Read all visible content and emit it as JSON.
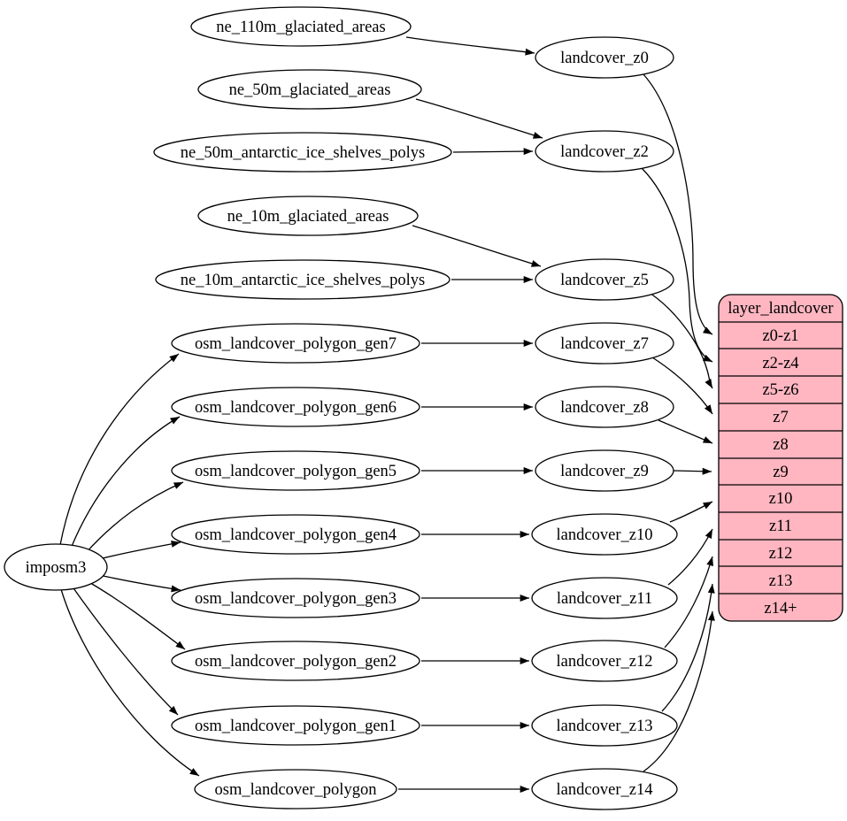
{
  "colors": {
    "background": "#ffffff",
    "node_fill": "#ffffff",
    "node_stroke": "#000000",
    "edge": "#000000",
    "table_fill": "#ffb6c1",
    "text": "#000000"
  },
  "nodes": {
    "imposm3": "imposm3",
    "ne_110m_glaciated_areas": "ne_110m_glaciated_areas",
    "ne_50m_glaciated_areas": "ne_50m_glaciated_areas",
    "ne_50m_antarctic_ice_shelves_polys": "ne_50m_antarctic_ice_shelves_polys",
    "ne_10m_glaciated_areas": "ne_10m_glaciated_areas",
    "ne_10m_antarctic_ice_shelves_polys": "ne_10m_antarctic_ice_shelves_polys",
    "osm_landcover_polygon_gen7": "osm_landcover_polygon_gen7",
    "osm_landcover_polygon_gen6": "osm_landcover_polygon_gen6",
    "osm_landcover_polygon_gen5": "osm_landcover_polygon_gen5",
    "osm_landcover_polygon_gen4": "osm_landcover_polygon_gen4",
    "osm_landcover_polygon_gen3": "osm_landcover_polygon_gen3",
    "osm_landcover_polygon_gen2": "osm_landcover_polygon_gen2",
    "osm_landcover_polygon_gen1": "osm_landcover_polygon_gen1",
    "osm_landcover_polygon": "osm_landcover_polygon",
    "landcover_z0": "landcover_z0",
    "landcover_z2": "landcover_z2",
    "landcover_z5": "landcover_z5",
    "landcover_z7": "landcover_z7",
    "landcover_z8": "landcover_z8",
    "landcover_z9": "landcover_z9",
    "landcover_z10": "landcover_z10",
    "landcover_z11": "landcover_z11",
    "landcover_z12": "landcover_z12",
    "landcover_z13": "landcover_z13",
    "landcover_z14": "landcover_z14"
  },
  "table": {
    "title": "layer_landcover",
    "rows": [
      "z0-z1",
      "z2-z4",
      "z5-z6",
      "z7",
      "z8",
      "z9",
      "z10",
      "z11",
      "z12",
      "z13",
      "z14+"
    ]
  },
  "edges": [
    {
      "from": "ne_110m_glaciated_areas",
      "to": "landcover_z0"
    },
    {
      "from": "ne_50m_glaciated_areas",
      "to": "landcover_z2"
    },
    {
      "from": "ne_50m_antarctic_ice_shelves_polys",
      "to": "landcover_z2"
    },
    {
      "from": "ne_10m_glaciated_areas",
      "to": "landcover_z5"
    },
    {
      "from": "ne_10m_antarctic_ice_shelves_polys",
      "to": "landcover_z5"
    },
    {
      "from": "imposm3",
      "to": "osm_landcover_polygon_gen7"
    },
    {
      "from": "imposm3",
      "to": "osm_landcover_polygon_gen6"
    },
    {
      "from": "imposm3",
      "to": "osm_landcover_polygon_gen5"
    },
    {
      "from": "imposm3",
      "to": "osm_landcover_polygon_gen4"
    },
    {
      "from": "imposm3",
      "to": "osm_landcover_polygon_gen3"
    },
    {
      "from": "imposm3",
      "to": "osm_landcover_polygon_gen2"
    },
    {
      "from": "imposm3",
      "to": "osm_landcover_polygon_gen1"
    },
    {
      "from": "imposm3",
      "to": "osm_landcover_polygon"
    },
    {
      "from": "osm_landcover_polygon_gen7",
      "to": "landcover_z7"
    },
    {
      "from": "osm_landcover_polygon_gen6",
      "to": "landcover_z8"
    },
    {
      "from": "osm_landcover_polygon_gen5",
      "to": "landcover_z9"
    },
    {
      "from": "osm_landcover_polygon_gen4",
      "to": "landcover_z10"
    },
    {
      "from": "osm_landcover_polygon_gen3",
      "to": "landcover_z11"
    },
    {
      "from": "osm_landcover_polygon_gen2",
      "to": "landcover_z12"
    },
    {
      "from": "osm_landcover_polygon_gen1",
      "to": "landcover_z13"
    },
    {
      "from": "osm_landcover_polygon",
      "to": "landcover_z14"
    },
    {
      "from": "landcover_z0",
      "to": "layer_landcover",
      "to_row": "z0-z1"
    },
    {
      "from": "landcover_z2",
      "to": "layer_landcover",
      "to_row": "z2-z4"
    },
    {
      "from": "landcover_z5",
      "to": "layer_landcover",
      "to_row": "z5-z6"
    },
    {
      "from": "landcover_z7",
      "to": "layer_landcover",
      "to_row": "z7"
    },
    {
      "from": "landcover_z8",
      "to": "layer_landcover",
      "to_row": "z8"
    },
    {
      "from": "landcover_z9",
      "to": "layer_landcover",
      "to_row": "z9"
    },
    {
      "from": "landcover_z10",
      "to": "layer_landcover",
      "to_row": "z10"
    },
    {
      "from": "landcover_z11",
      "to": "layer_landcover",
      "to_row": "z11"
    },
    {
      "from": "landcover_z12",
      "to": "layer_landcover",
      "to_row": "z12"
    },
    {
      "from": "landcover_z13",
      "to": "layer_landcover",
      "to_row": "z13"
    },
    {
      "from": "landcover_z14",
      "to": "layer_landcover",
      "to_row": "z14+"
    }
  ]
}
